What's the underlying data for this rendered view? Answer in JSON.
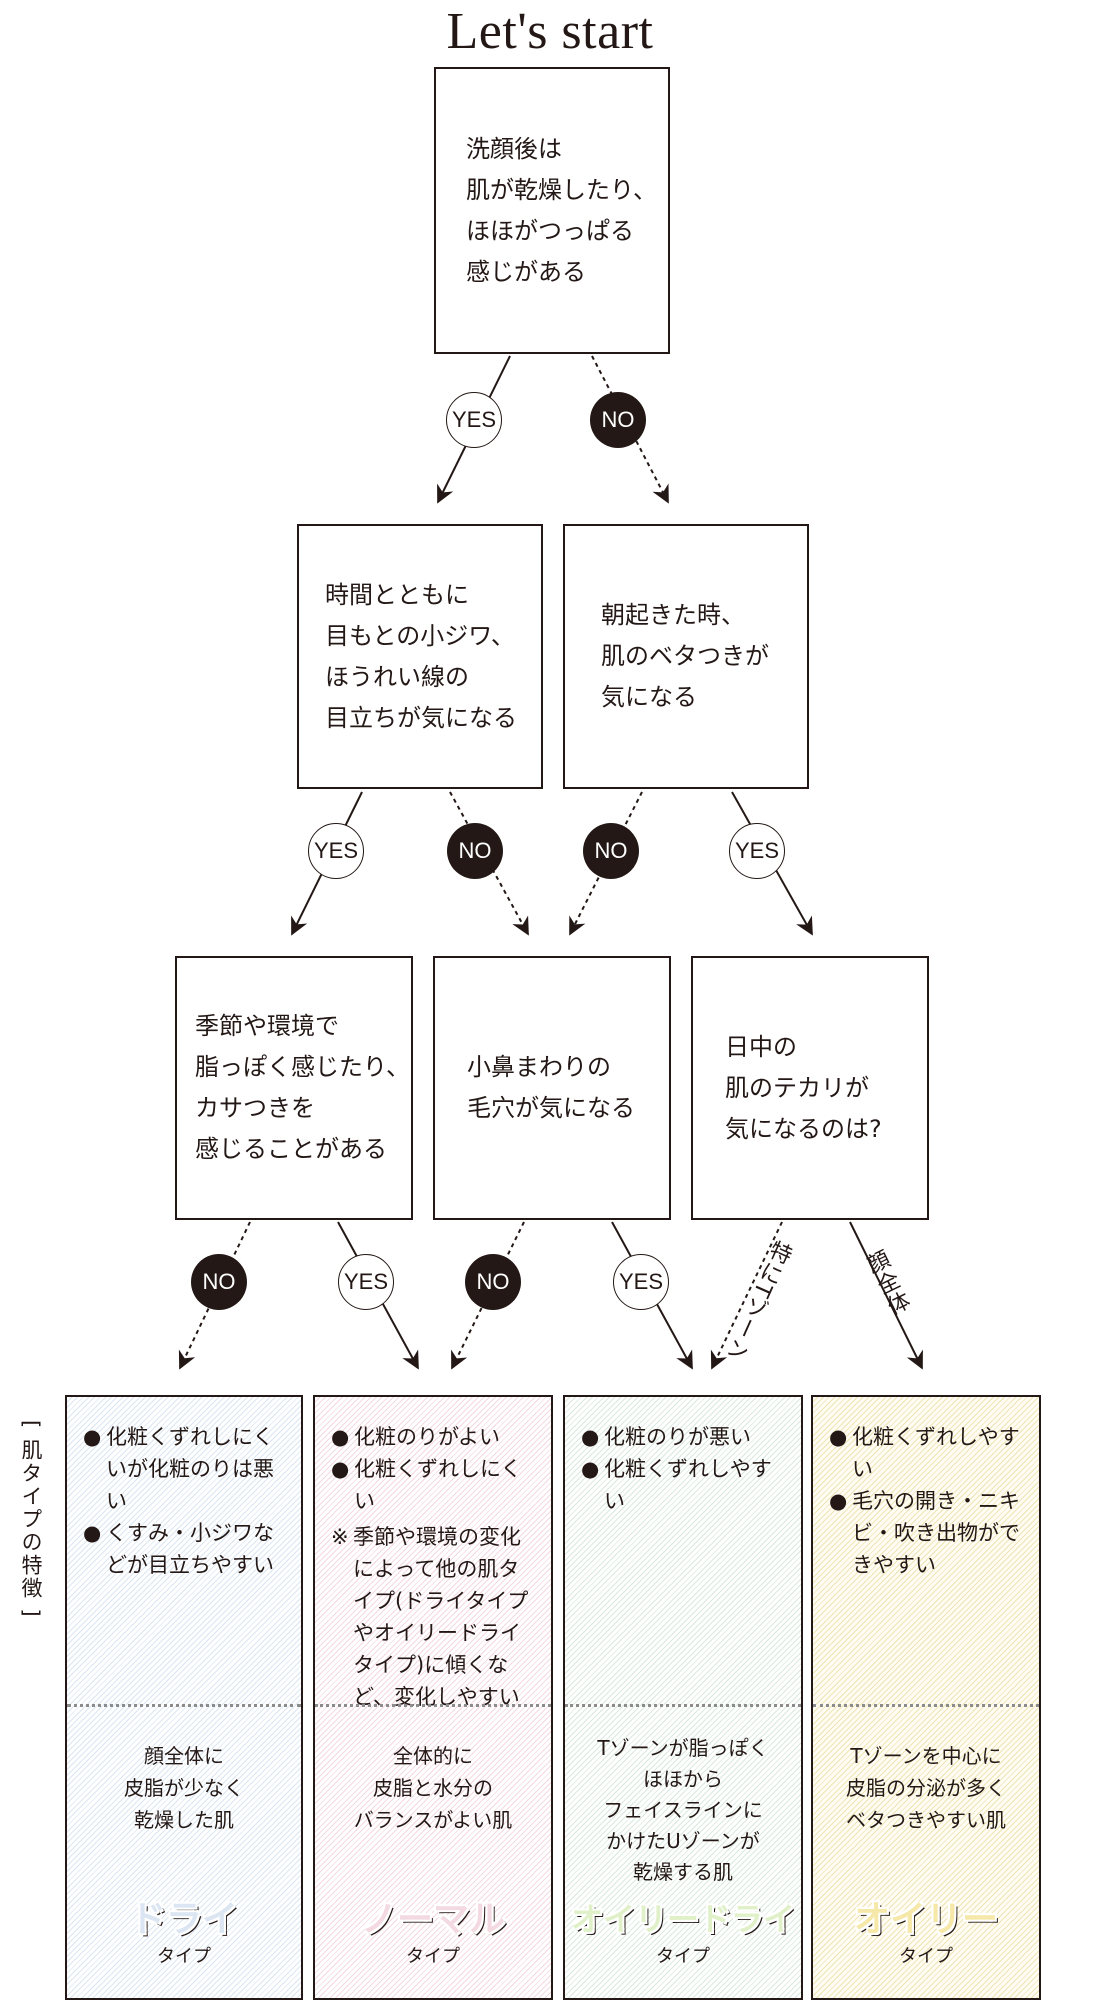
{
  "title": "Let's start",
  "questions": {
    "q1": "洗顔後は\n肌が乾燥したり、\nほほがつっぱる\n感じがある",
    "q2": "時間とともに\n目もとの小ジワ、\nほうれい線の\n目立ちが気になる",
    "q3": "朝起きた時、\n肌のベタつきが\n気になる",
    "q4": "季節や環境で\n脂っぽく感じたり、\nカサつきを\n感じることがある",
    "q5": "小鼻まわりの\n毛穴が気になる",
    "q6": "日中の\n肌のテカリが\n気になるのは?"
  },
  "answers": {
    "yes": "YES",
    "no": "NO"
  },
  "branch_labels": {
    "tzone": "特にTゾーン",
    "whole_face": "顔全体"
  },
  "side_label": "[ 肌タイプの特徴 ]",
  "results": [
    {
      "features": [
        "化粧くずれしにくいが化粧のりは悪い",
        "くすみ・小ジワなどが目立ちやすい"
      ],
      "summary": "顔全体に\n皮脂が少なく\n乾燥した肌",
      "type_name": "ドライ",
      "type_suffix": "タイプ"
    },
    {
      "features": [
        "化粧のりがよい",
        "化粧くずれしにくい"
      ],
      "note": "季節や環境の変化によって他の肌タイプ(ドライタイプやオイリードライタイプ)に傾くなど、変化しやすい",
      "summary": "全体的に\n皮脂と水分の\nバランスがよい肌",
      "type_name": "ノーマル",
      "type_suffix": "タイプ"
    },
    {
      "features": [
        "化粧のりが悪い",
        "化粧くずれしやすい"
      ],
      "summary": "Tゾーンが脂っぽく\nほほから\nフェイスラインに\nかけたUゾーンが\n乾燥する肌",
      "type_name": "オイリードライ",
      "type_suffix": "タイプ"
    },
    {
      "features": [
        "化粧くずれしやすい",
        "毛穴の開き・ニキビ・吹き出物ができやすい"
      ],
      "summary": "Tゾーンを中心に\n皮脂の分泌が多く\nベタつきやすい肌",
      "type_name": "オイリー",
      "type_suffix": "タイプ"
    }
  ],
  "colors": {
    "ink": "#231815",
    "dry": "#dbe6f2",
    "normal": "#f3d9e1",
    "oily_dry": "#d9e9dd",
    "oily": "#eee4b6",
    "oily_dry_name": "#e0f0c8",
    "oily_name": "#f5e8a8"
  }
}
